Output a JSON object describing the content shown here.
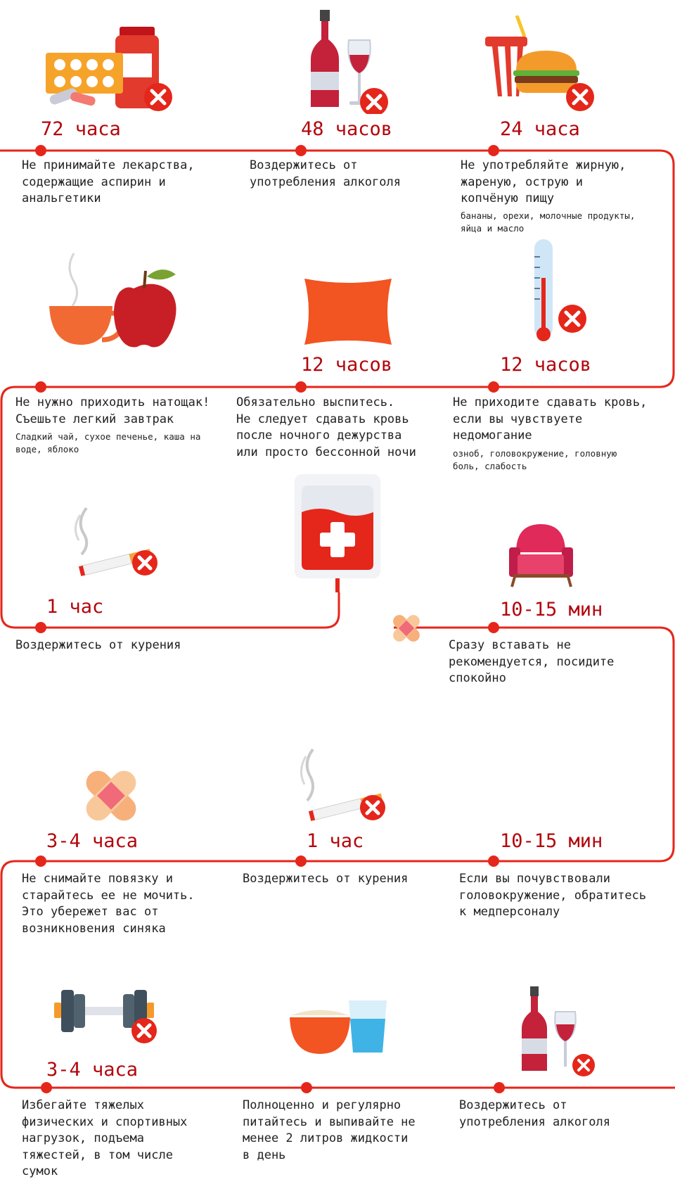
{
  "colors": {
    "accent": "#e5261b",
    "label": "#b3060c",
    "text": "#222222"
  },
  "steps": [
    {
      "time": "72 часа",
      "lines": [
        "Не принимайте лекарства,",
        "содержащие аспирин и",
        "анальгетики"
      ],
      "icon": "pills-icon"
    },
    {
      "time": "48 часов",
      "lines": [
        "Воздержитесь от",
        "употребления алкоголя"
      ],
      "icon": "wine-icon"
    },
    {
      "time": "24 часа",
      "lines": [
        "Не употребляйте жирную,",
        "жареную, острую и",
        "копчёную пищу"
      ],
      "note": [
        "бананы, орехи, молочные продукты,",
        "яйца и масло"
      ],
      "icon": "fast-food-icon"
    },
    {
      "time": "",
      "lines": [
        "Не нужно приходить натощак!",
        "Съешьте легкий завтрак"
      ],
      "note": [
        "Сладкий чай, сухое печенье, каша на",
        "воде, яблоко"
      ],
      "icon": "tea-apple-icon"
    },
    {
      "time": "12 часов",
      "lines": [
        "Обязательно выспитесь.",
        "Не следует сдавать кровь",
        "после ночного дежурства",
        "или просто бессонной ночи"
      ],
      "icon": "pillow-icon"
    },
    {
      "time": "12 часов",
      "lines": [
        "Не приходите сдавать кровь,",
        "если вы чувствуете",
        "недомогание"
      ],
      "note": [
        "озноб, головокружение, головную",
        "боль, слабость"
      ],
      "icon": "thermometer-icon"
    },
    {
      "time": "1 час",
      "lines": [
        "Воздержитесь от курения"
      ],
      "icon": "cigarette-icon"
    },
    {
      "time": "",
      "lines": [],
      "icon": "blood-bag-icon"
    },
    {
      "time": "10-15 мин",
      "lines": [
        "Сразу вставать не",
        "рекомендуется, посидите",
        "спокойно"
      ],
      "icon": "armchair-icon"
    },
    {
      "time": "3-4 часа",
      "lines": [
        "Не снимайте повязку и",
        "старайтесь ее не мочить.",
        "Это убережет вас от",
        "возникновения синяка"
      ],
      "icon": "bandage-icon"
    },
    {
      "time": "1 час",
      "lines": [
        "Воздержитесь от курения"
      ],
      "icon": "cigarette-icon"
    },
    {
      "time": "10-15 мин",
      "lines": [
        "Если вы почувствовали",
        "головокружение, обратитесь",
        "к медперсоналу"
      ],
      "icon": ""
    },
    {
      "time": "3-4 часа",
      "lines": [
        "Избегайте тяжелых",
        "физических и спортивных",
        "нагрузок, подъема",
        "тяжестей, в том числе",
        "сумок"
      ],
      "icon": "dumbbell-icon"
    },
    {
      "time": "",
      "lines": [
        "Полноценно и регулярно",
        "питайтесь и выпивайте не",
        "менее 2 литров жидкости",
        "в день"
      ],
      "icon": "food-water-icon"
    },
    {
      "time": "",
      "lines": [
        "Воздержитесь от",
        "употребления алкоголя"
      ],
      "icon": "wine-icon"
    }
  ]
}
